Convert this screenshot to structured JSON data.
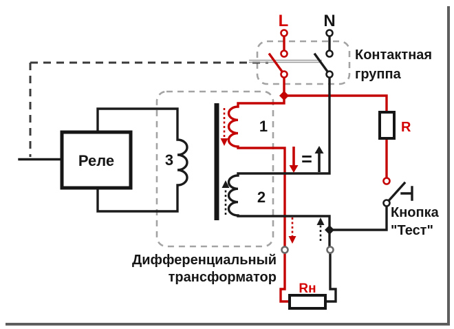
{
  "diagram": {
    "type": "electrical-schematic",
    "subject": "RCD internal wiring diagram (differential transformer with test circuit)",
    "labels": {
      "phase": "L",
      "neutral": "N",
      "contact_group": [
        "Контактная",
        "группа"
      ],
      "relay": "Реле",
      "relay_coil": "3",
      "primary_winding": "1",
      "secondary_winding": "2",
      "diff_transformer": [
        "Дифференциальный",
        "трансформатор"
      ],
      "test_button": [
        "Кнопка",
        "\"Тест\""
      ],
      "test_resistor": "R",
      "load_resistor": "Rн",
      "equals": "="
    },
    "symbols": {
      "phase_current_arrow": "↓",
      "neutral_current_arrow": "↑",
      "flux_arrow_winding1": "↓",
      "flux_arrow_winding2": "↑",
      "load_current_arrow_phase": "↓",
      "load_current_arrow_neutral": "↑"
    },
    "colors": {
      "phase_wire": "#c40303",
      "neutral_wire": "#1b1b1b",
      "dashed_box": "#a3a3a3",
      "mechanical_link": "#3a3a3a",
      "frame_shadow": "#5e5e5e"
    }
  }
}
